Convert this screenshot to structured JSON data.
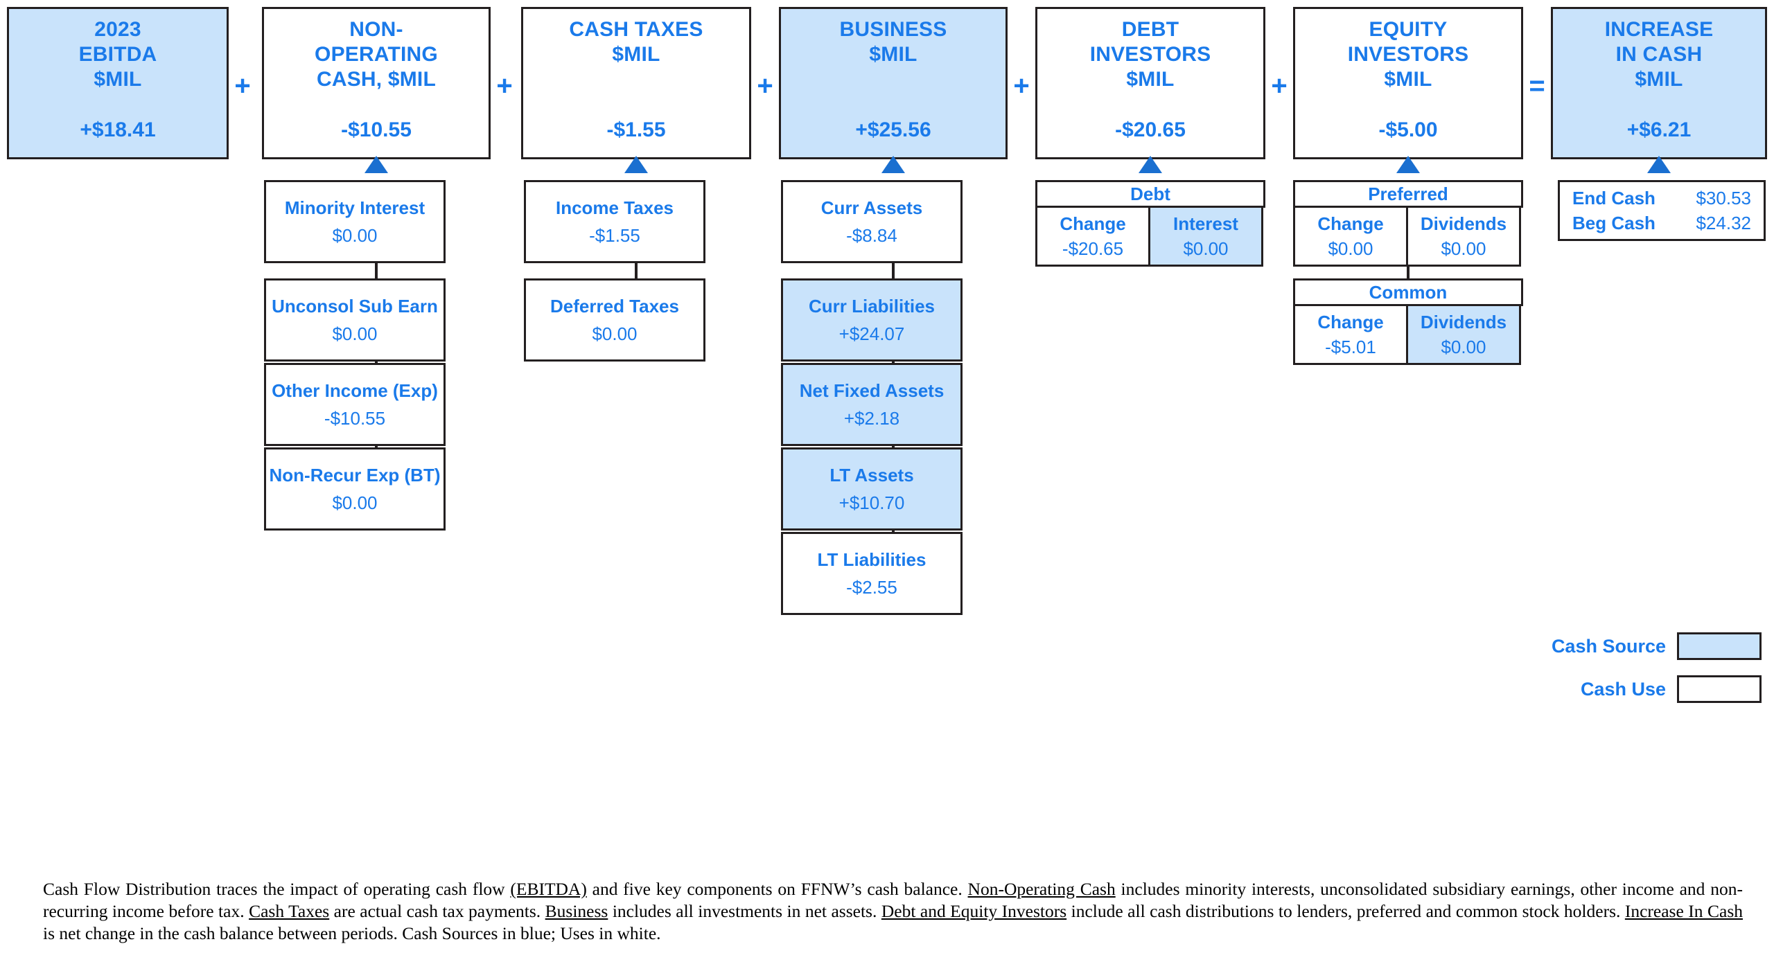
{
  "legend": {
    "source_label": "Cash Source",
    "use_label": "Cash Use",
    "source_color": "#c9e3fb",
    "use_color": "#ffffff"
  },
  "operators": {
    "plus": "+",
    "equals": "="
  },
  "chart_data": {
    "type": "diagram",
    "title": "Cash Flow Distribution",
    "columns": [
      {
        "id": "ebitda",
        "title": "2023\nEBITDA\n$MIL",
        "amount": "+$18.41",
        "fill": "source",
        "operator_after": "+",
        "children": []
      },
      {
        "id": "non-operating-cash",
        "title": "NON-\nOPERATING\nCASH, $MIL",
        "amount": "-$10.55",
        "fill": "use",
        "operator_after": "+",
        "children": [
          {
            "label": "Minority Interest",
            "value": "$0.00",
            "fill": "use"
          },
          {
            "label": "Unconsol Sub Earn",
            "value": "$0.00",
            "fill": "use"
          },
          {
            "label": "Other Income (Exp)",
            "value": "-$10.55",
            "fill": "use"
          },
          {
            "label": "Non-Recur Exp (BT)",
            "value": "$0.00",
            "fill": "use"
          }
        ]
      },
      {
        "id": "cash-taxes",
        "title": "CASH TAXES\n$MIL",
        "amount": "-$1.55",
        "fill": "use",
        "operator_after": "+",
        "children": [
          {
            "label": "Income Taxes",
            "value": "-$1.55",
            "fill": "use"
          },
          {
            "label": "Deferred Taxes",
            "value": "$0.00",
            "fill": "use"
          }
        ]
      },
      {
        "id": "business",
        "title": "BUSINESS\n$MIL",
        "amount": "+$25.56",
        "fill": "source",
        "operator_after": "+",
        "children": [
          {
            "label": "Curr Assets",
            "value": "-$8.84",
            "fill": "use"
          },
          {
            "label": "Curr Liabilities",
            "value": "+$24.07",
            "fill": "source"
          },
          {
            "label": "Net Fixed Assets",
            "value": "+$2.18",
            "fill": "source"
          },
          {
            "label": "LT Assets",
            "value": "+$10.70",
            "fill": "source"
          },
          {
            "label": "LT Liabilities",
            "value": "-$2.55",
            "fill": "use"
          }
        ]
      },
      {
        "id": "debt-investors",
        "title": "DEBT\nINVESTORS\n$MIL",
        "amount": "-$20.65",
        "fill": "use",
        "operator_after": "+",
        "tables": [
          {
            "header": "Debt",
            "cells": [
              {
                "label": "Change",
                "value": "-$20.65",
                "fill": "use"
              },
              {
                "label": "Interest",
                "value": "$0.00",
                "fill": "source"
              }
            ]
          }
        ]
      },
      {
        "id": "equity-investors",
        "title": "EQUITY\nINVESTORS\n$MIL",
        "amount": "-$5.00",
        "fill": "use",
        "operator_after": "=",
        "tables": [
          {
            "header": "Preferred",
            "cells": [
              {
                "label": "Change",
                "value": "$0.00",
                "fill": "use"
              },
              {
                "label": "Dividends",
                "value": "$0.00",
                "fill": "use"
              }
            ]
          },
          {
            "header": "Common",
            "cells": [
              {
                "label": "Change",
                "value": "-$5.01",
                "fill": "use"
              },
              {
                "label": "Dividends",
                "value": "$0.00",
                "fill": "source"
              }
            ]
          }
        ]
      },
      {
        "id": "increase-in-cash",
        "title": "INCREASE\nIN CASH\n$MIL",
        "amount": "+$6.21",
        "fill": "source",
        "operator_after": "",
        "summary": [
          {
            "label": "End Cash",
            "value": "$30.53"
          },
          {
            "label": "Beg Cash",
            "value": "$24.32"
          }
        ]
      }
    ]
  },
  "footnote": {
    "p1_a": "Cash Flow Distribution traces the impact of operating cash flow ",
    "p1_u1": "(EBITDA)",
    "p1_b": " and five key components on FFNW’s cash balance.  ",
    "p1_u2": "Non-Operating  Cash",
    "p1_c": " includes minority interests, unconsolidated subsidiary earnings, other income and non-recurring  income before tax. ",
    "p1_u3": "Cash Taxes",
    "p1_d": " are actual cash tax payments. ",
    "p1_u4": "Business",
    "p1_e": " includes all investments in net assets. ",
    "p1_u5": "Debt and Equity Investors",
    "p1_f": " include all cash distributions to lenders, preferred and common stock holders. ",
    "p1_u6": "Increase In Cash",
    "p1_g": " is net change in the cash balance between periods. Cash Sources in blue; Uses in white."
  }
}
